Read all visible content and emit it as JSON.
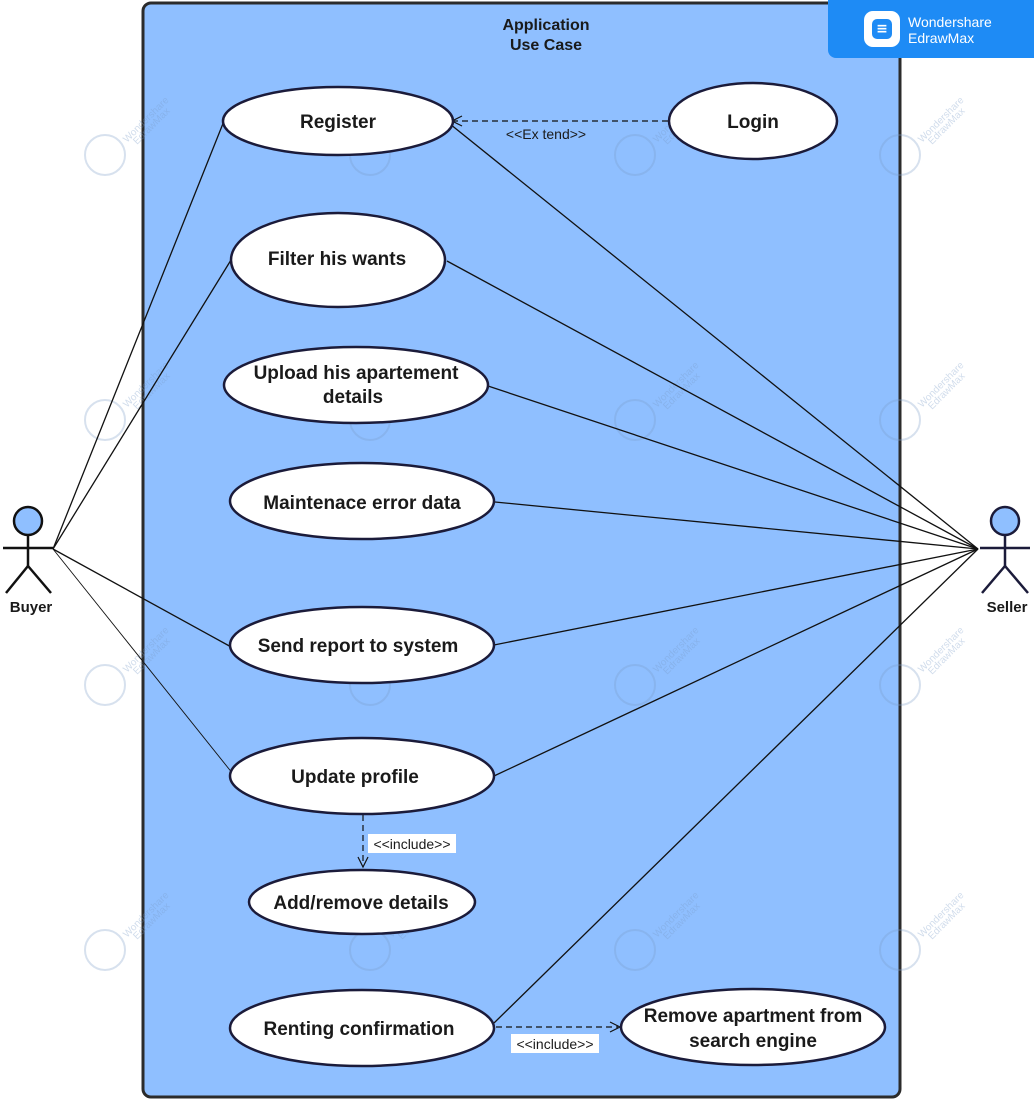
{
  "system": {
    "title_line1": "Application",
    "title_line2": "Use Case"
  },
  "actors": {
    "buyer": "Buyer",
    "seller": "Seller"
  },
  "use_cases": {
    "register": "Register",
    "login": "Login",
    "filter": "Filter his wants",
    "upload_line1": "Upload his apartement",
    "upload_line2": "details",
    "maintenance": "Maintenace error data",
    "send_report": "Send report to system",
    "update_profile": "Update profile",
    "add_remove": "Add/remove details",
    "renting": "Renting confirmation",
    "remove_line1": "Remove apartment from",
    "remove_line2": "search engine"
  },
  "relationships": {
    "extend_label": "<<Ex tend>>",
    "include_profile_label": "<<include>>",
    "include_renting_label": "<<include>>"
  },
  "brand": {
    "line1": "Wondershare",
    "line2": "EdrawMax"
  },
  "watermark": {
    "line1": "Wondershare",
    "line2": "EdrawMax"
  },
  "colors": {
    "system_fill": "#8fbfff",
    "system_border": "#2b2b2b",
    "actor_head": "#8fbfff",
    "brand": "#1e8bf5"
  }
}
